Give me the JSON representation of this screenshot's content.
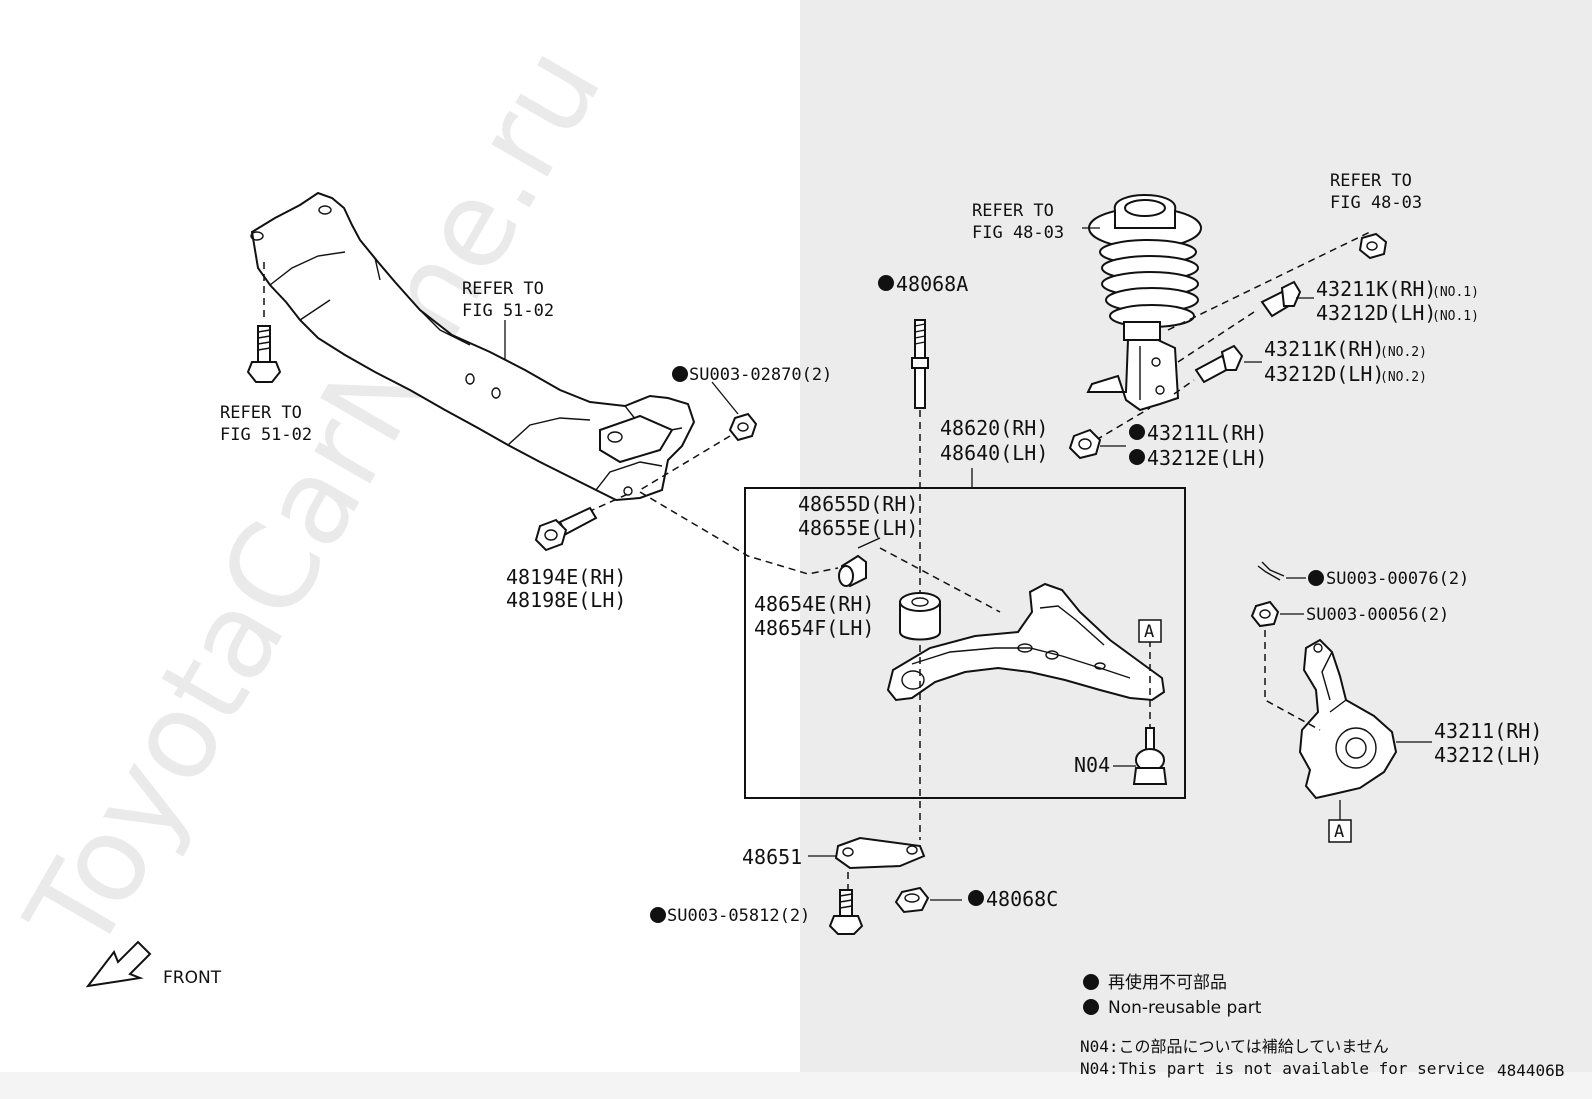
{
  "watermark": "ToyotaCarNine.ru",
  "figure_id": "484406B",
  "front_label": "FRONT",
  "refer_labels": {
    "fig5102_bolt": [
      "REFER TO",
      "FIG 51-02"
    ],
    "fig5102_member": [
      "REFER TO",
      "FIG 51-02"
    ],
    "fig4803_strut": [
      "REFER TO",
      "FIG 48-03"
    ],
    "fig4803_nut": [
      "REFER TO",
      "FIG 48-03"
    ]
  },
  "parts": {
    "p48068A": "48068A",
    "su02870": "SU003-02870(2)",
    "p48194E": "48194E(RH)",
    "p48198E": "48198E(LH)",
    "p48620": "48620(RH)",
    "p48640": "48640(LH)",
    "p48655D": "48655D(RH)",
    "p48655E": "48655E(LH)",
    "p48654E": "48654E(RH)",
    "p48654F": "48654F(LH)",
    "box_a": "A",
    "n04": "N04",
    "p48651": "48651",
    "su05812": "SU003-05812(2)",
    "p48068C": "48068C",
    "p43211K_1": "43211K(RH)",
    "no1_a": "(NO.1)",
    "p43212D_1": "43212D(LH)",
    "no1_b": "(NO.1)",
    "p43211K_2": "43211K(RH)",
    "no2_a": "(NO.2)",
    "p43212D_2": "43212D(LH)",
    "no2_b": "(NO.2)",
    "p43211L": "43211L(RH)",
    "p43212E": "43212E(LH)",
    "su00076": "SU003-00076(2)",
    "su00056": "SU003-00056(2)",
    "p43211": "43211(RH)",
    "p43212": "43212(LH)"
  },
  "legend": {
    "jp": "再使用不可部品",
    "en": "Non-reusable part"
  },
  "notes": {
    "jp": "N04:この部品については補給していません",
    "en": "N04:This part is not available for service"
  }
}
